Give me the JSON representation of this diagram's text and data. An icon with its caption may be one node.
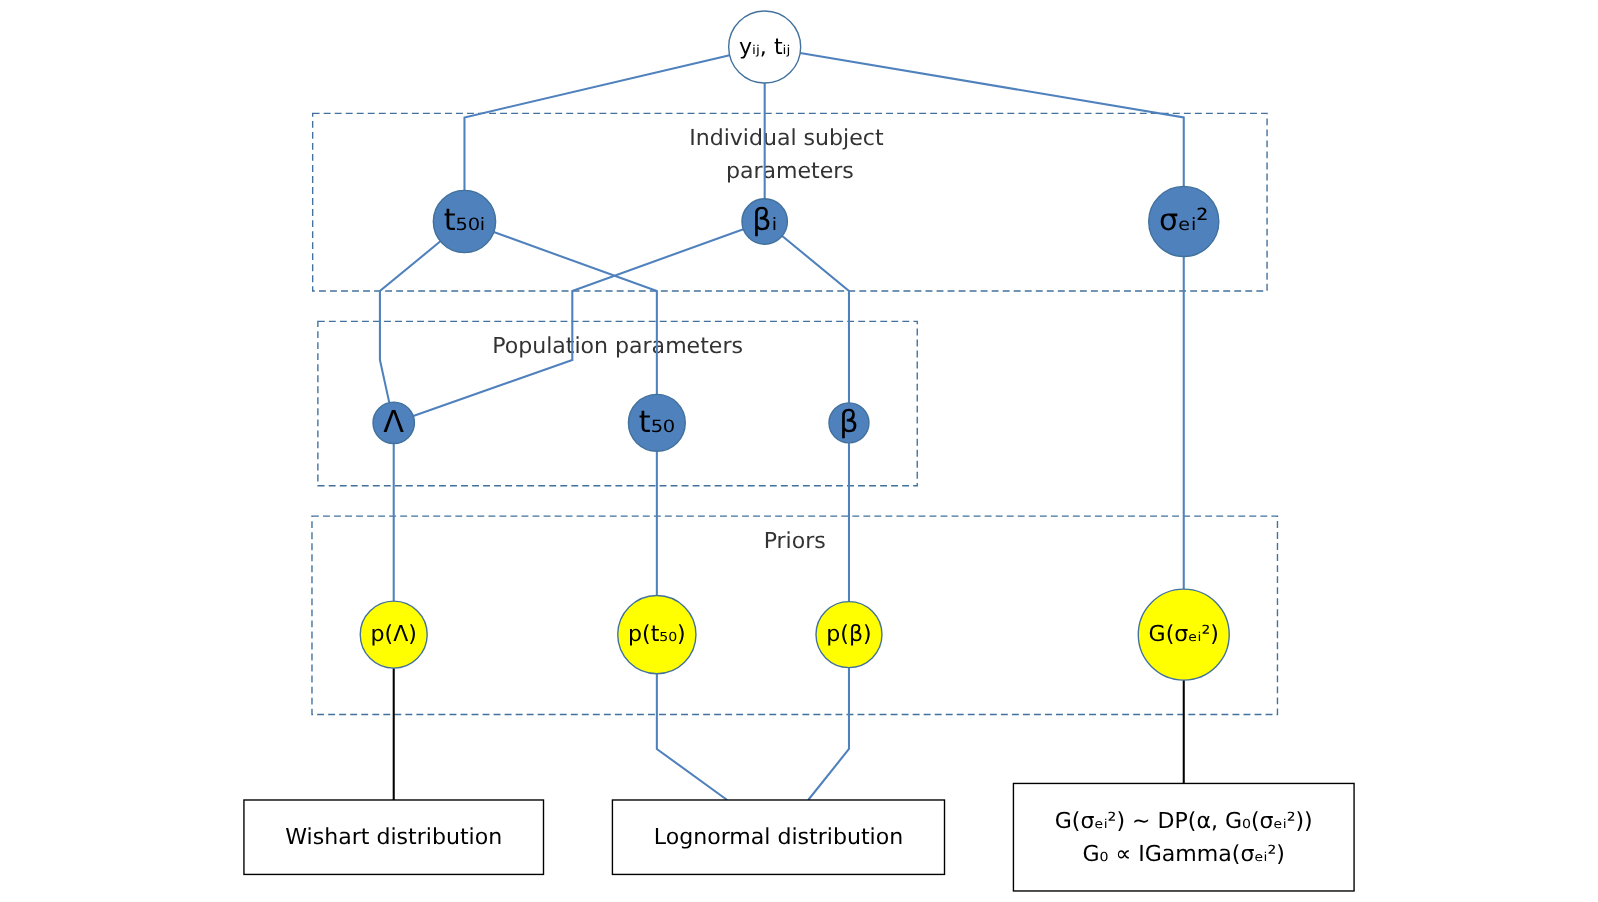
{
  "diagram": {
    "nodes": [
      {
        "text": [
          "yᵢⱼ, tᵢⱼ"
        ]
      },
      {
        "text": [
          "Individual subject parameters"
        ]
      },
      {
        "text": [
          "t₅₀ᵢ"
        ],
        "in": 1
      },
      {
        "text": [
          "βᵢ"
        ],
        "in": 1
      },
      {
        "text": [
          "σₑᵢ²"
        ],
        "in": 1
      },
      {
        "text": [
          "Population parameters"
        ]
      },
      {
        "text": [
          "Λ"
        ],
        "in": 5
      },
      {
        "text": [
          "t₅₀"
        ],
        "in": 5
      },
      {
        "text": [
          "β"
        ],
        "in": 5
      },
      {
        "text": [
          "Priors"
        ]
      },
      {
        "text": [
          "p(Λ)"
        ],
        "in": 9
      },
      {
        "text": [
          "p(t₅₀)"
        ],
        "in": 9
      },
      {
        "text": [
          "p(β)"
        ],
        "in": 9
      },
      {
        "text": [
          "G(σₑᵢ²)"
        ],
        "in": 9
      },
      {
        "text": [
          "G(σₑᵢ²) ~ DP(α, G₀(σₑᵢ²))",
          "G₀ ∝ IGamma(σₑᵢ²)"
        ]
      },
      {
        "text": [
          "Wishart distribution"
        ]
      },
      {
        "text": [
          "Lognormal distribution"
        ]
      }
    ],
    "edges": [
      {
        "from": 0,
        "to": 2,
        "arrow": "none"
      },
      {
        "from": 0,
        "to": 3,
        "arrow": "none"
      },
      {
        "from": 0,
        "to": 4,
        "arrow": "none"
      },
      {
        "from": 2,
        "to": 6,
        "arrow": "none"
      },
      {
        "from": 3,
        "to": 6,
        "arrow": "none"
      },
      {
        "from": 2,
        "to": 7,
        "arrow": "none"
      },
      {
        "from": 3,
        "to": 8,
        "arrow": "none"
      },
      {
        "from": 4,
        "to": 13,
        "arrow": "none"
      },
      {
        "from": 6,
        "to": 10,
        "arrow": "none"
      },
      {
        "from": 7,
        "to": 11,
        "arrow": "none"
      },
      {
        "from": 8,
        "to": 12,
        "arrow": "none"
      },
      {
        "from": 13,
        "to": 14,
        "arrow": "none",
        "color": "#000000"
      },
      {
        "from": 10,
        "to": 15,
        "arrow": "none",
        "color": "#000000"
      },
      {
        "from": 11,
        "to": 16,
        "arrow": "none"
      },
      {
        "from": 12,
        "to": 16,
        "arrow": "none"
      }
    ]
  }
}
